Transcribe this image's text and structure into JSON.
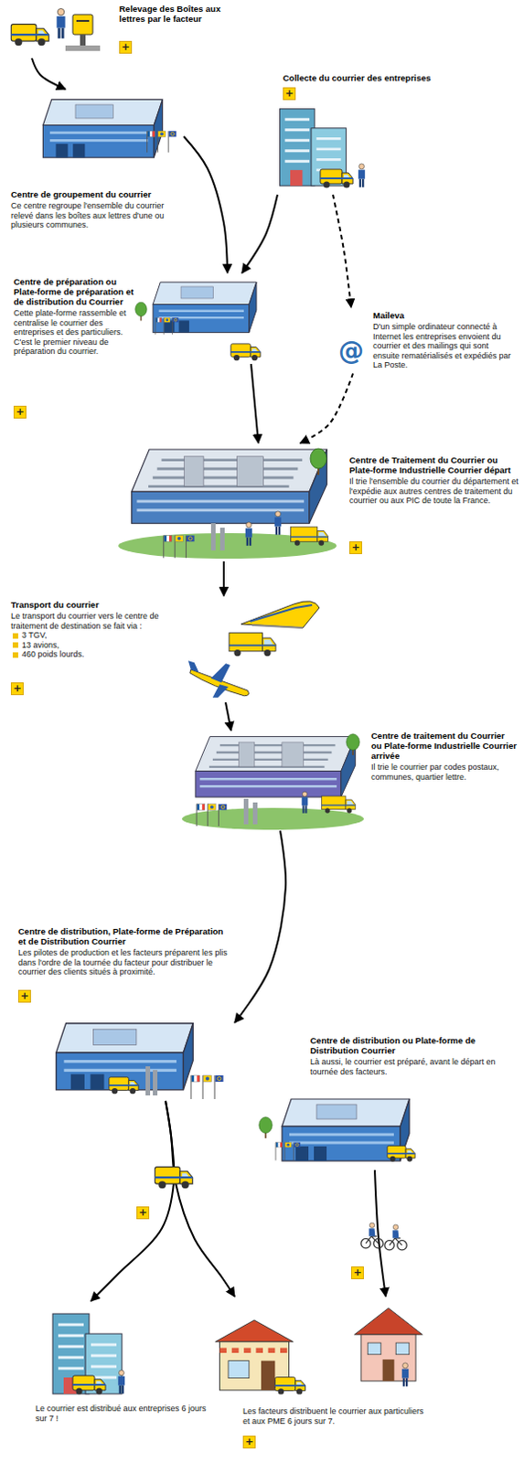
{
  "diagram": {
    "nodes": [
      {
        "text": [
          "Relevage des Boîtes aux lettres par le facteur"
        ]
      },
      {
        "text": [
          "Collecte du courrier des entreprises"
        ]
      },
      {
        "text": [
          "Centre de groupement du courrier",
          "Ce centre regroupe l'ensemble du courrier relevé dans les boîtes aux lettres d'une ou plusieurs communes."
        ]
      },
      {
        "text": [
          "Centre de préparation ou Plate-forme de préparation et de distribution du Courrier",
          "Cette plate-forme rassemble et centralise le courrier des entreprises et des particuliers. C'est le premier niveau de préparation du courrier."
        ]
      },
      {
        "text": [
          "Maileva",
          "D'un simple ordinateur connecté à Internet les entreprises envoient du courrier et des mailings qui sont ensuite rematérialisés et expédiés par La Poste."
        ]
      },
      {
        "text": [
          "Centre de Traitement du Courrier ou Plate-forme Industrielle Courrier départ",
          "Il trie l'ensemble du courrier du département et l'expédie aux autres centres de traitement du courrier ou aux PIC de toute la France."
        ]
      },
      {
        "text": [
          "Transport du courrier",
          "Le transport du courrier vers le centre de traitement de destination se fait via :",
          "3 TGV,",
          "13 avions,",
          "460 poids lourds."
        ]
      },
      {
        "text": [
          "Centre de traitement du Courrier ou Plate-forme Industrielle Courrier arrivée",
          "Il trie le courrier par codes postaux, communes, quartier lettre."
        ]
      },
      {
        "text": [
          "Centre de distribution, Plate-forme de Préparation et de Distribution Courrier",
          "Les pilotes de production et les facteurs préparent les plis dans l'ordre de la tournée du facteur pour distribuer le courrier des clients situés à proximité."
        ]
      },
      {
        "text": [
          "Centre de distribution ou Plate-forme de Distribution Courrier",
          "Là aussi, le courrier est préparé, avant le départ en tournée des facteurs."
        ]
      },
      {
        "text": [
          "Le courrier est distribué aux entreprises 6 jours sur 7 !"
        ]
      },
      {
        "text": [
          "Les facteurs distribuent le courrier aux particuliers et aux PME 6 jours sur 7."
        ]
      }
    ],
    "edges": [
      {
        "from": 0,
        "to": 2,
        "arrow": "to"
      },
      {
        "from": 2,
        "to": 3,
        "arrow": "to"
      },
      {
        "from": 1,
        "to": 3,
        "arrow": "to"
      },
      {
        "from": 1,
        "to": 4,
        "arrow": "to"
      },
      {
        "from": 3,
        "to": 5,
        "arrow": "to"
      },
      {
        "from": 4,
        "to": 5,
        "arrow": "to"
      },
      {
        "from": 5,
        "to": 6,
        "arrow": "to"
      },
      {
        "from": 6,
        "to": 7,
        "arrow": "to"
      },
      {
        "from": 7,
        "to": 8,
        "arrow": "to"
      },
      {
        "from": 8,
        "to": 10,
        "arrow": "to"
      },
      {
        "from": 8,
        "to": 11,
        "arrow": "to"
      },
      {
        "from": 9,
        "to": 11,
        "arrow": "to"
      }
    ],
    "labels": [
      "+",
      "+",
      "+",
      "@",
      "+",
      "+",
      "+",
      "+",
      "+",
      "+"
    ]
  }
}
